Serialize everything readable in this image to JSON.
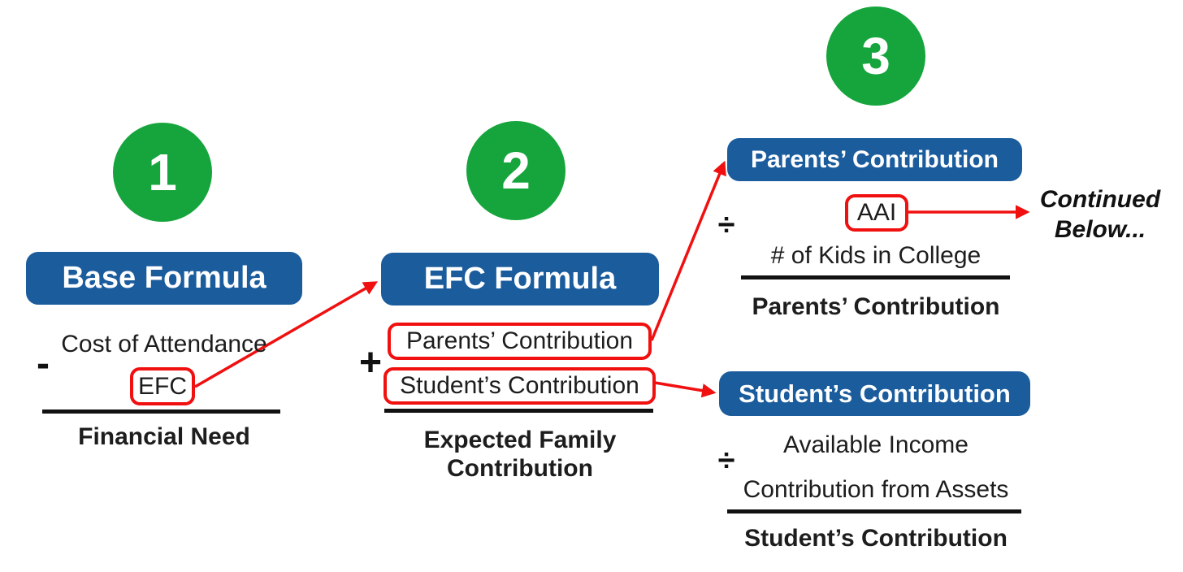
{
  "colors": {
    "green": "#16a53c",
    "blue": "#1b5c9d",
    "red": "#f01010",
    "text": "#1d1d1d"
  },
  "step1": {
    "badge": "1",
    "header": "Base Formula",
    "operator": "-",
    "term1": "Cost of Attendance",
    "term2": "EFC",
    "result": "Financial Need"
  },
  "step2": {
    "badge": "2",
    "header": "EFC Formula",
    "operator": "+",
    "term1": "Parents’ Contribution",
    "term2": "Student’s Contribution",
    "result_line1": "Expected Family",
    "result_line2": "Contribution"
  },
  "step3": {
    "badge": "3",
    "parents": {
      "header": "Parents’ Contribution",
      "operator": "÷",
      "term1": "AAI",
      "term2": "# of Kids in College",
      "result": "Parents’ Contribution"
    },
    "note_line1": "Continued",
    "note_line2": "Below...",
    "students": {
      "header": "Student’s Contribution",
      "operator": "÷",
      "term1": "Available Income",
      "term2": "Contribution from Assets",
      "result": "Student’s Contribution"
    }
  }
}
